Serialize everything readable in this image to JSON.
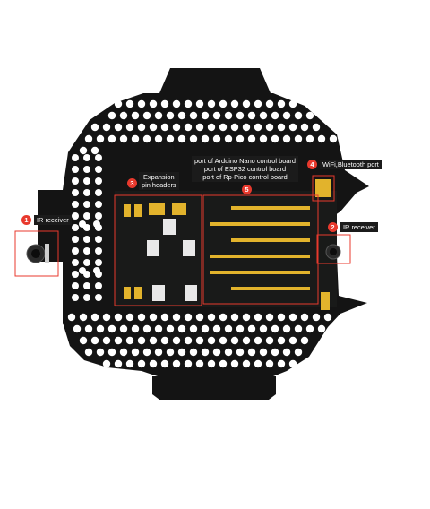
{
  "annotations": [
    {
      "id": "ir-left",
      "number": "1",
      "label": "IR receiver"
    },
    {
      "id": "ir-right",
      "number": "2",
      "label": "IR receiver"
    },
    {
      "id": "expansion",
      "number": "3",
      "label_lines": [
        "Expansion",
        "pin headers"
      ]
    },
    {
      "id": "wifi",
      "number": "4",
      "label": "WiFi,Bluetooth port"
    },
    {
      "id": "controller",
      "number": "5",
      "label_lines": [
        "port of Arduino Nano control board",
        "port of ESP32 control board",
        "port of Rp-Pico control board"
      ]
    }
  ],
  "colors": {
    "board": "#141414",
    "highlight": "#e8392d",
    "header": "#e2b32c",
    "connector": "#e8e8e8",
    "label_bg": "#1b1b1b"
  }
}
